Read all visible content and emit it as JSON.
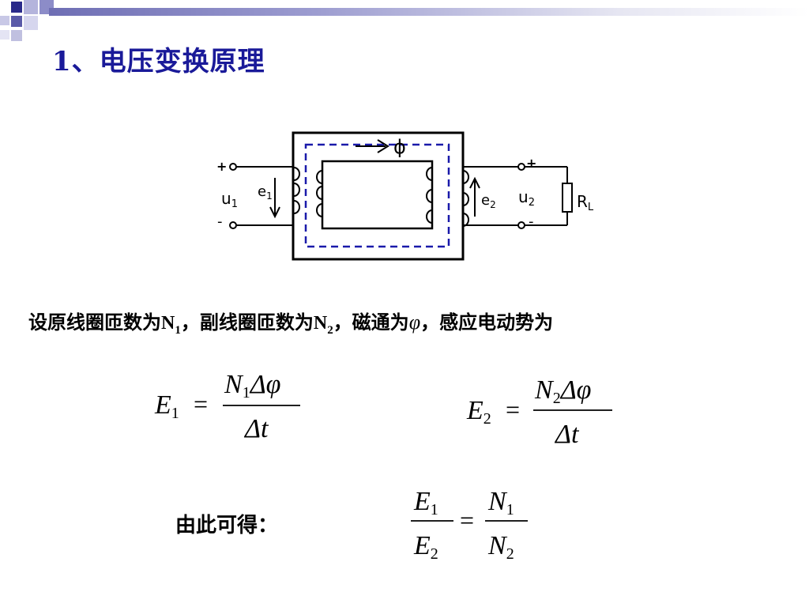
{
  "title": "1、电压变换原理",
  "circuit": {
    "flux": "ϕ",
    "plus1": "+",
    "minus1": "-",
    "u1": "u",
    "u1_sub": "1",
    "e1": "e",
    "e1_sub": "1",
    "e2": "e",
    "e2_sub": "2",
    "u2": "u",
    "u2_sub": "2",
    "plus2": "+",
    "minus2": "-",
    "RL": "R",
    "RL_sub": "L"
  },
  "intro": {
    "part1": "设原线圈匝数为",
    "n1_base": "N",
    "n1_sub": "1",
    "part2": "，副线圈匝数为",
    "n2_base": "N",
    "n2_sub": "2",
    "part3": "，磁通为",
    "phi": "φ",
    "part4": "，感应电动势为"
  },
  "formula1": {
    "lhs": "E",
    "lhs_sub": "1",
    "eq": "=",
    "num": "N",
    "num_sub": "1",
    "num_rest": "Δφ",
    "den": "Δt"
  },
  "formula2": {
    "lhs": "E",
    "lhs_sub": "2",
    "eq": "=",
    "num": "N",
    "num_sub": "2",
    "num_rest": "Δφ",
    "den": "Δt"
  },
  "conclusion": {
    "label": "由此可得："
  },
  "formula3": {
    "e1": "E",
    "e1_sub": "1",
    "e2": "E",
    "e2_sub": "2",
    "eq": "=",
    "n1": "N",
    "n1_sub": "1",
    "n2": "N",
    "n2_sub": "2"
  }
}
